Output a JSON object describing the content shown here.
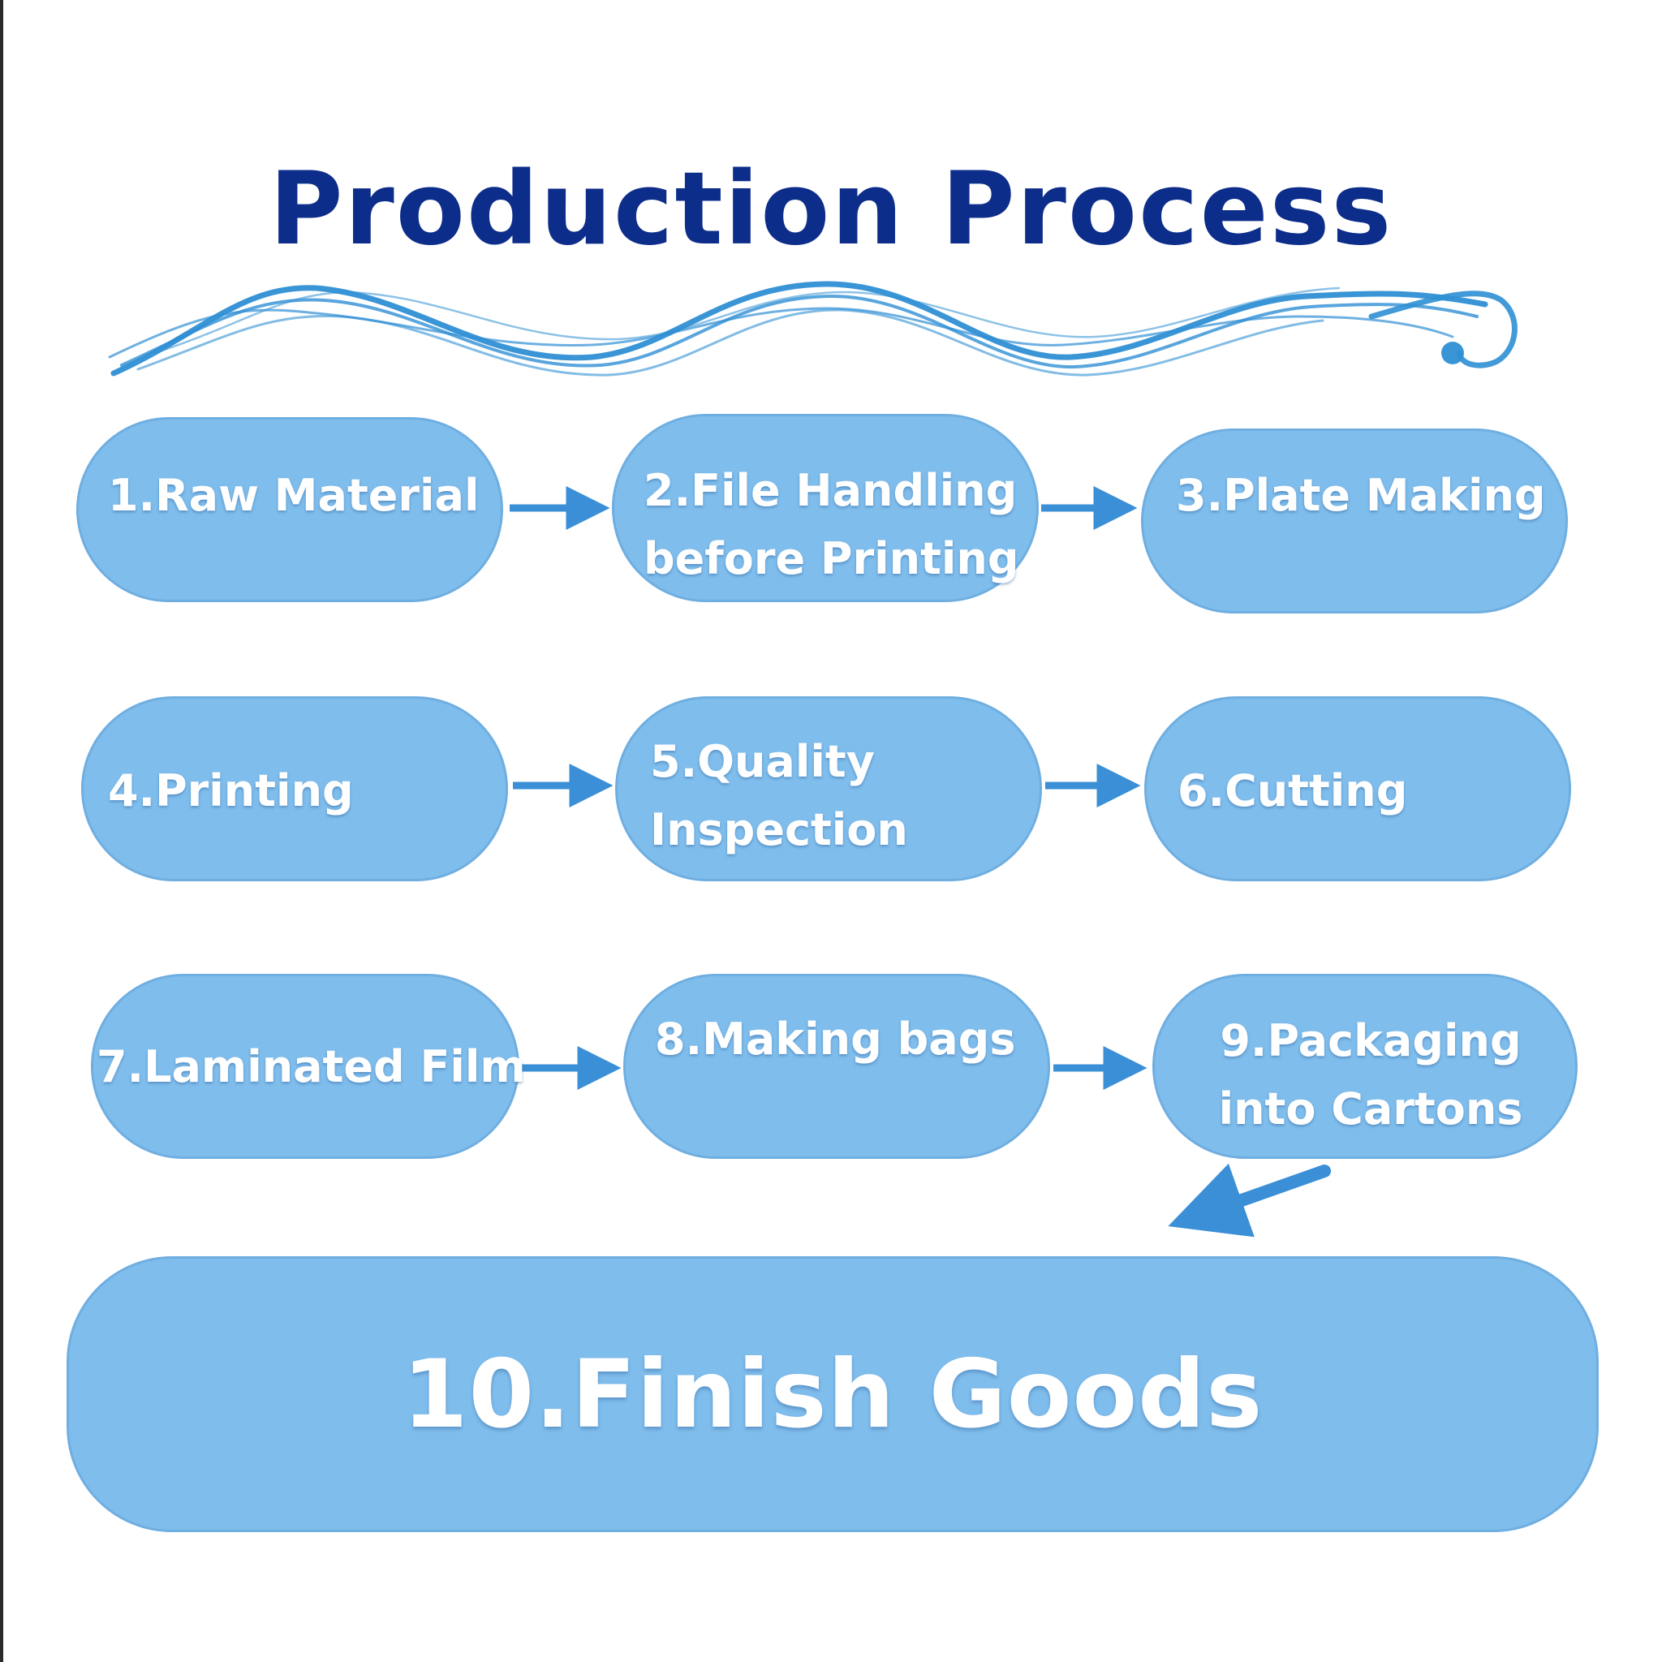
{
  "diagram": {
    "title": "Production Process",
    "colors": {
      "title": "#0d2d8a",
      "node_fill": "#7fbdec",
      "node_text": "#ffffff",
      "arrow": "#3a8fd6",
      "wave": "#2f8fd4"
    },
    "decoration": "wave-ornament",
    "steps": [
      {
        "label": "1.Raw Material"
      },
      {
        "label": "2.File Handling before Printing"
      },
      {
        "label": "3.Plate Making"
      },
      {
        "label": "4.Printing"
      },
      {
        "label": "5.Quality Inspection"
      },
      {
        "label": "6.Cutting"
      },
      {
        "label": "7.Laminated Film"
      },
      {
        "label": "8.Making bags"
      },
      {
        "label": "9.Packaging into Cartons"
      },
      {
        "label": "10.Finish Goods"
      }
    ],
    "edges": [
      {
        "from": 1,
        "to": 2
      },
      {
        "from": 2,
        "to": 3
      },
      {
        "from": 4,
        "to": 5
      },
      {
        "from": 5,
        "to": 6
      },
      {
        "from": 7,
        "to": 8
      },
      {
        "from": 8,
        "to": 9
      },
      {
        "from": 9,
        "to": 10
      }
    ]
  }
}
